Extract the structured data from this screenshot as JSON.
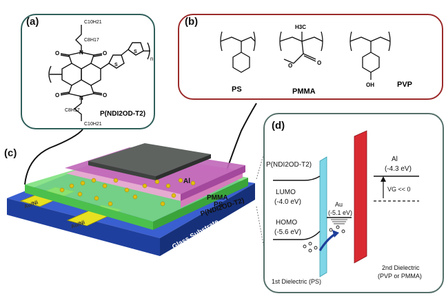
{
  "panel_a": {
    "tag": "(a)",
    "polymer_name": "P(NDI2OD-T2)",
    "sub_c10_top": "C10H21",
    "sub_c8_top": "C8H17",
    "sub_c8_bot": "C8H17",
    "sub_c10_bot": "C10H21",
    "repeat_n": "n",
    "atom_O": "O",
    "atom_N": "N",
    "atom_S": "S"
  },
  "panel_b": {
    "tag": "(b)",
    "ps": "PS",
    "pmma": "PMMA",
    "pvp": "PVP",
    "methyl": "H3C",
    "oh": "OH",
    "o_atom": "O"
  },
  "panel_c": {
    "tag": "(c)",
    "al": "Al",
    "pmma": "PMMA",
    "ps": "PS",
    "semiconductor": "P(NDI2OD-T2)",
    "electrode_1": "Au/Ni",
    "electrode_2": "Au/Ni",
    "substrate": "Glass Substrate"
  },
  "panel_d": {
    "tag": "(d)",
    "semiconductor": "P(NDI2OD-T2)",
    "lumo": "LUMO",
    "lumo_energy": "(-4.0 eV)",
    "homo": "HOMO",
    "homo_energy": "(-5.6 eV)",
    "au": "Au",
    "au_energy": "(-5.1 eV)",
    "al": "Al",
    "al_energy": "(-4.3 eV)",
    "vg": "VG << 0",
    "first_dielectric": "1st Dielectric (PS)",
    "second_dielectric_1": "2nd Dielectric",
    "second_dielectric_2": "(PVP or PMMA)"
  },
  "colors": {
    "panel_a_border": "#2f5f5a",
    "panel_b_border": "#9b2a2a",
    "glass": "#1f3f9e",
    "semiconductor_layer": "#7be07b",
    "ps_layer": "#f2a6d8",
    "pmma_layer": "#c066b8",
    "al_electrode": "#5e6360",
    "au_ni_electrode": "#e8e020",
    "first_dielectric": "#7fd6e6",
    "second_dielectric": "#d92a32"
  }
}
